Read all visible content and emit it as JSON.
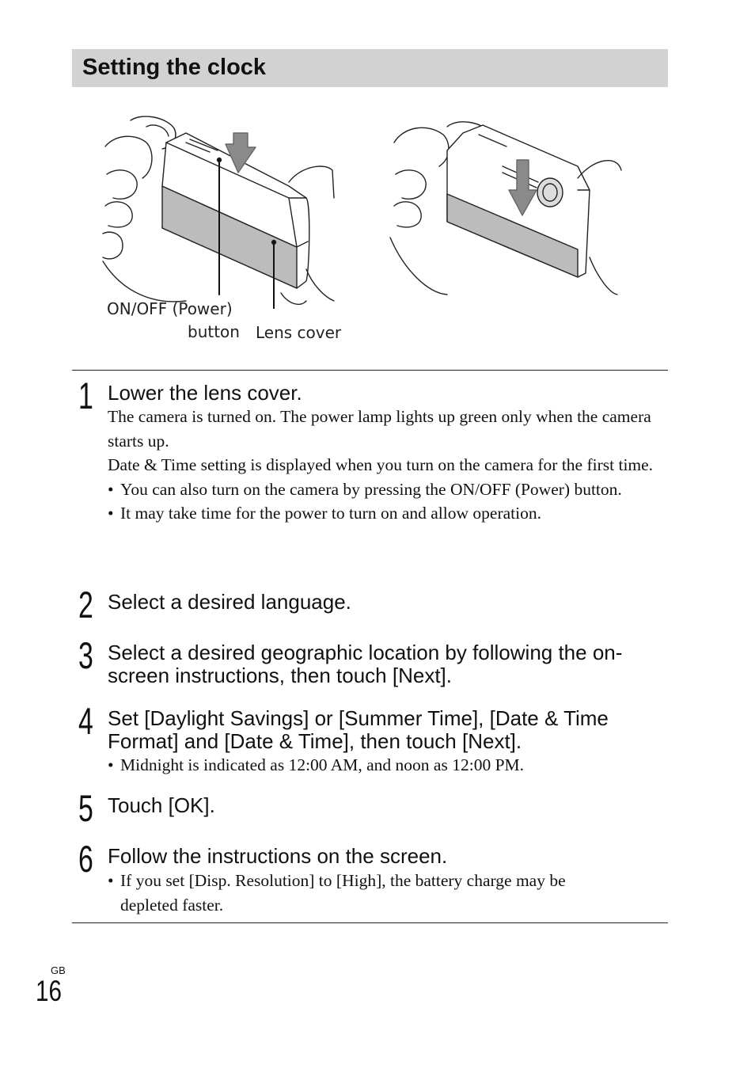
{
  "section_title": "Setting the clock",
  "figure": {
    "label_power_button": "ON/OFF (Power)",
    "label_power_button_2": "button",
    "label_lens_cover": "Lens cover"
  },
  "steps": [
    {
      "number": "1",
      "heading": "Lower the lens cover.",
      "paragraphs": [
        "The camera is turned on. The power lamp lights up green only when the camera starts up.",
        "Date & Time setting is displayed when you turn on the camera for the first time."
      ],
      "bullets": [
        "You can also turn on the camera by pressing the ON/OFF (Power) button.",
        "It may take time for the power to turn on and allow operation."
      ]
    },
    {
      "number": "2",
      "heading": "Select a desired language."
    },
    {
      "number": "3",
      "heading": "Select a desired geographic location by following the on-screen instructions, then touch [Next]."
    },
    {
      "number": "4",
      "heading": "Set [Daylight Savings] or [Summer Time], [Date & Time Format] and [Date & Time], then touch [Next].",
      "bullets": [
        "Midnight is indicated as 12:00 AM, and noon as 12:00 PM."
      ]
    },
    {
      "number": "5",
      "heading": "Touch [OK]."
    },
    {
      "number": "6",
      "heading": "Follow the instructions on the screen.",
      "bullets": [
        "If you set [Disp. Resolution] to [High], the battery charge may be depleted faster."
      ]
    }
  ],
  "footer": {
    "region": "GB",
    "page_number": "16"
  }
}
